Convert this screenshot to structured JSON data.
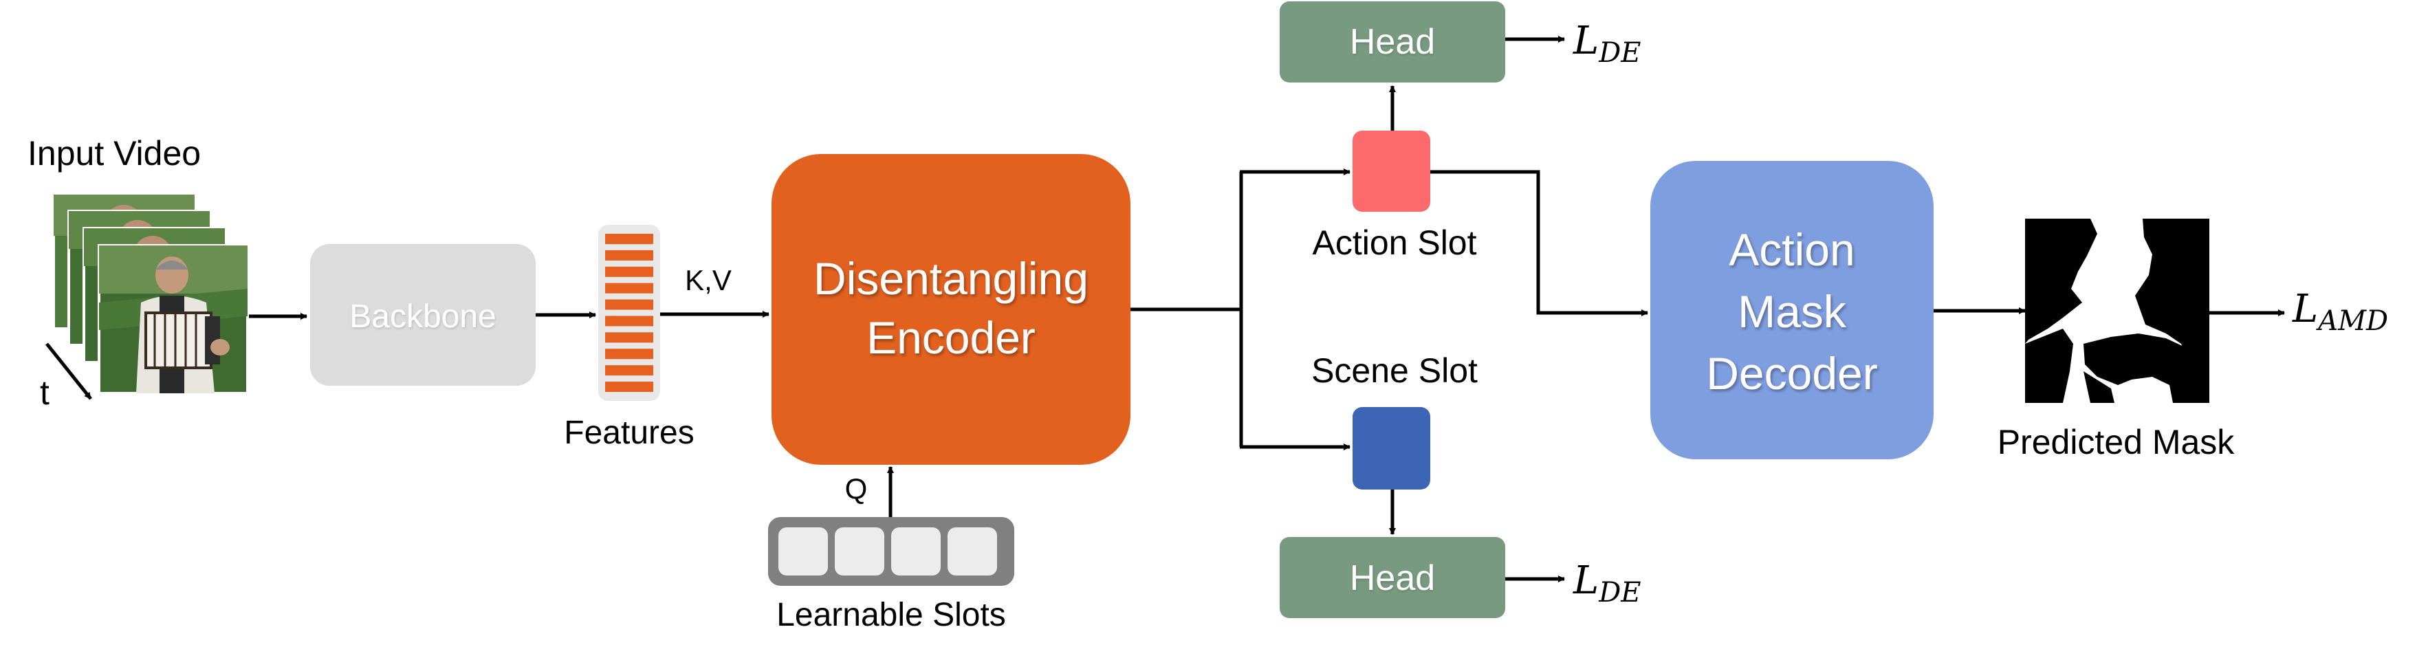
{
  "input": {
    "label": "Input Video",
    "time_axis": "t"
  },
  "backbone": {
    "label": "Backbone",
    "color": "#dcdcdc",
    "text_color": "#ffffff"
  },
  "features": {
    "label": "Features",
    "bar_color": "#e6611f",
    "bar_count": 10
  },
  "kv_label": "K,V",
  "encoder": {
    "line1": "Disentangling",
    "line2": "Encoder",
    "color": "#e2611f"
  },
  "q_label": "Q",
  "learnable_slots": {
    "label": "Learnable Slots",
    "count": 4
  },
  "action_slot": {
    "label": "Action Slot",
    "color": "#fd6a6c"
  },
  "scene_slot": {
    "label": "Scene Slot",
    "color": "#3c65b5"
  },
  "heads": {
    "top": "Head",
    "bottom": "Head",
    "color": "#789a80"
  },
  "decoder": {
    "line1": "Action",
    "line2": "Mask",
    "line3": "Decoder",
    "color": "#7f9ee0"
  },
  "output": {
    "label": "Predicted Mask"
  },
  "losses": {
    "de_top": {
      "base": "L",
      "sub": "DE"
    },
    "de_bottom": {
      "base": "L",
      "sub": "DE"
    },
    "amd": {
      "base": "L",
      "sub": "AMD"
    }
  },
  "colors": {
    "line": "#000000"
  }
}
